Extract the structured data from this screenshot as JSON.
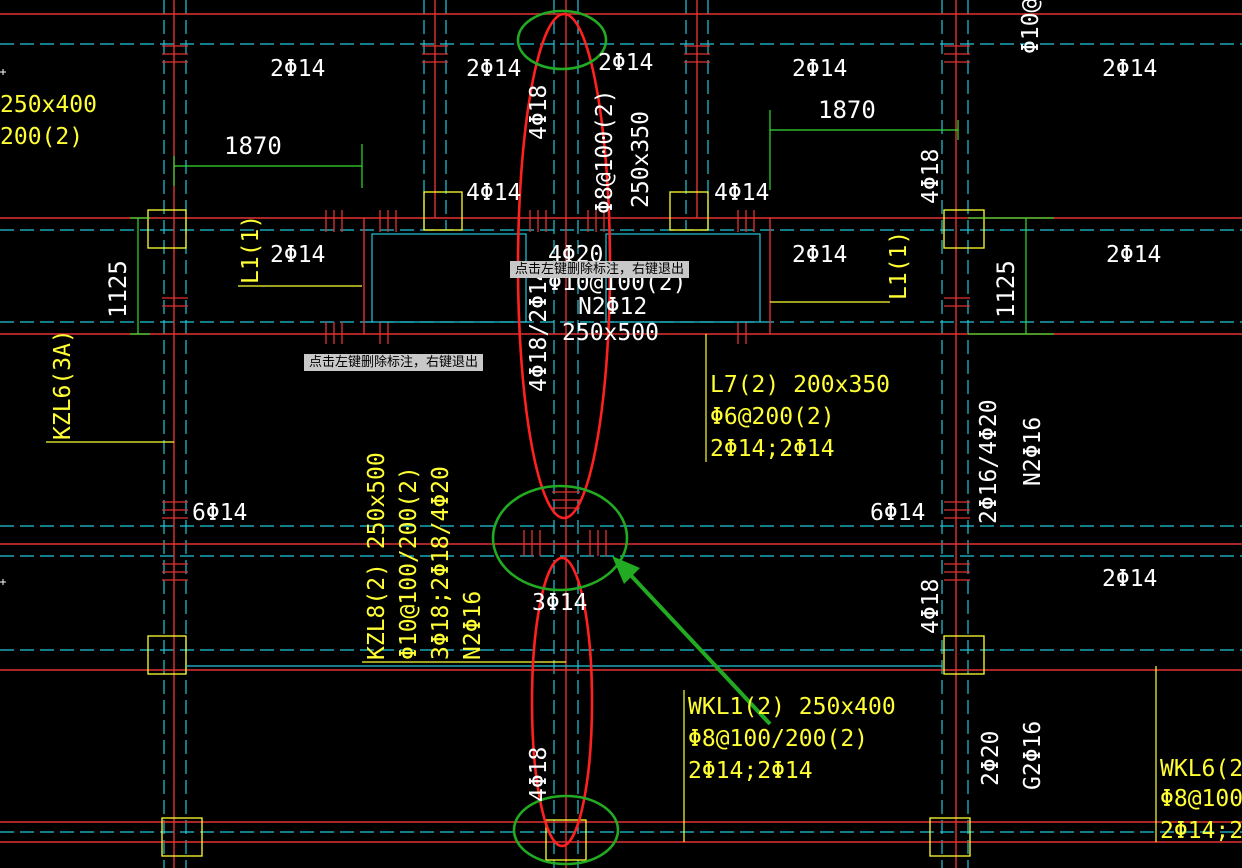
{
  "colors": {
    "background": "#000000",
    "beam_red": "#e23232",
    "axis_cyan": "#22c8dc",
    "annotation_yellow": "#ffff33",
    "dimension_green": "#33dd33",
    "highlight_red": "#ff2020",
    "highlight_green": "#22aa22"
  },
  "tooltips": {
    "tip1": "点击左键删除标注，右键退出",
    "tip2": "点击左键删除标注，右键退出"
  },
  "beams": {
    "kzl6": "KZL6(3A)",
    "left_partial_1": "250x400",
    "left_partial_2": "200(2)",
    "l1_left": "L1(1)",
    "l1_right": "L1(1)",
    "l7_1": "L7(2) 200x350",
    "l7_2": "Φ6@200(2)",
    "l7_3": "2Φ14;2Φ14",
    "kzl8_1": "KZL8(2) 250x500",
    "kzl8_2": "Φ10@100/200(2)",
    "kzl8_3": "3Φ18;2Φ18/4Φ20",
    "kzl8_4": "N2Φ16",
    "wkl1_1": "WKL1(2) 250x400",
    "wkl1_2": "Φ8@100/200(2)",
    "wkl1_3": "2Φ14;2Φ14",
    "wkl6_1": "WKL6(2)",
    "wkl6_2": "Φ8@100",
    "wkl6_3": "2Φ14;2Φ",
    "mid_section": "250x500",
    "mid_n2": "N2Φ12",
    "mid_stirrup": "Φ10@100(2)",
    "mid_top": "4Φ20",
    "top_stirrup": "Φ8@100(2)",
    "top_section": "250x350",
    "top_right_partial": "Φ10@"
  },
  "rebar": {
    "r1": "2Φ14",
    "r2": "2Φ14",
    "r3": "2Φ14",
    "r4": "2Φ14",
    "r5": "2Φ14",
    "r6": "4Φ14",
    "r7": "4Φ14",
    "r8": "2Φ14",
    "r9": "2Φ14",
    "r10": "2Φ14",
    "r11": "6Φ14",
    "r12": "6Φ14",
    "r13": "3Φ14",
    "r14": "2Φ14",
    "v_4f18_top": "4Φ18",
    "v_4f18_right": "4Φ18",
    "v_4f18_right2": "4Φ18",
    "v_4f18_mid": "4Φ18/2Φ14",
    "v_4f18_bot": "4Φ18",
    "v_2f16": "2Φ16/4Φ20",
    "v_n2f16": "N2Φ16",
    "v_2f20": "2Φ20",
    "v_g2f16": "G2Φ16"
  },
  "dimensions": {
    "d1": "1870",
    "d2": "1870",
    "d3": "1125",
    "d4": "1125"
  }
}
